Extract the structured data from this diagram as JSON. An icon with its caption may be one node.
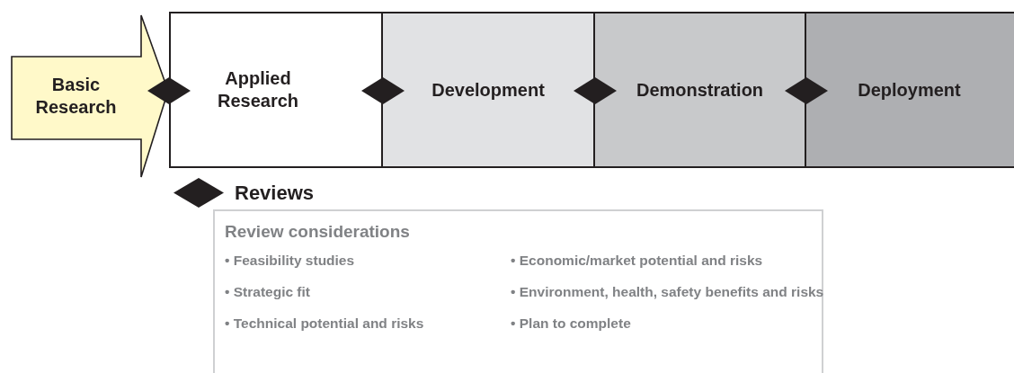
{
  "diagram": {
    "nodes": [
      {
        "text": [
          "Basic Research"
        ]
      },
      {
        "text": [
          "Applied Research"
        ]
      },
      {
        "text": [
          "Development"
        ]
      },
      {
        "text": [
          "Demonstration"
        ]
      },
      {
        "text": [
          "Deployment"
        ]
      },
      {
        "text": [
          "Review considerations",
          "• Feasibility studies",
          "• Economic/market potential and risks",
          "• Strategic fit",
          "• Environment, health, safety benefits and risks",
          "• Technical potential and risks",
          "• Plan to complete"
        ]
      }
    ],
    "legend": [
      {
        "text": "Reviews"
      }
    ]
  }
}
